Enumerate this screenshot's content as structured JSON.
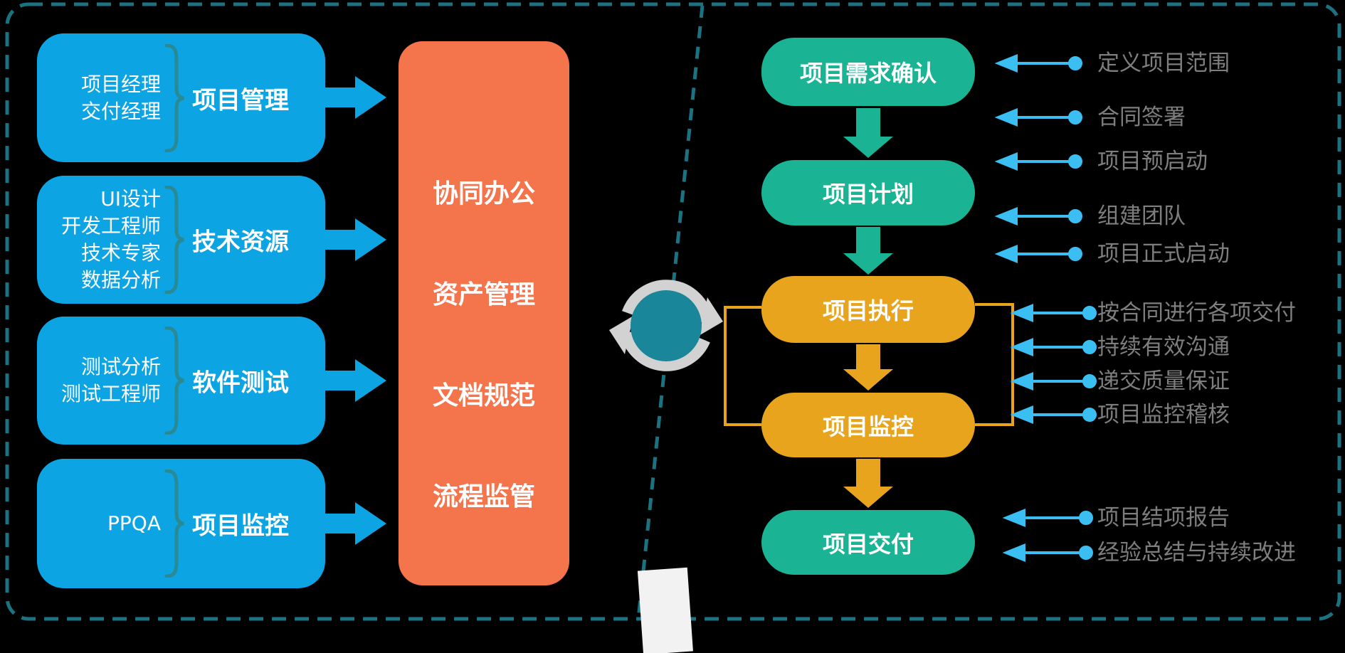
{
  "colors": {
    "background": "#000000",
    "border_teal": "#1b7280",
    "box_blue": "#0da4e4",
    "platform_orange": "#f4744c",
    "step_green": "#1ab394",
    "step_amber": "#e8a41d",
    "thin_arrow_blue": "#3bbef2",
    "note_gray": "#7e7e7e",
    "sync_teal": "#1a8699",
    "sync_gray": "#d2d2d2"
  },
  "left_panel": {
    "groups": [
      {
        "roles": [
          "项目经理",
          "交付经理"
        ],
        "label": "项目管理"
      },
      {
        "roles": [
          "UI设计",
          "开发工程师",
          "技术专家",
          "数据分析"
        ],
        "label": "技术资源"
      },
      {
        "roles": [
          "测试分析",
          "测试工程师"
        ],
        "label": "软件测试"
      },
      {
        "roles": [
          "PPQA"
        ],
        "label": "项目监控"
      }
    ],
    "platform_items": [
      "协同办公",
      "资产管理",
      "文档规范",
      "流程监管"
    ]
  },
  "right_panel": {
    "steps": [
      "项目需求确认",
      "项目计划",
      "项目执行",
      "项目监控",
      "项目交付"
    ],
    "notes_initiation": [
      "定义项目范围",
      "合同签署",
      "项目预启动",
      "组建团队",
      "项目正式启动"
    ],
    "notes_execution": [
      "按合同进行各项交付",
      "持续有效沟通",
      "递交质量保证",
      "项目监控稽核"
    ],
    "notes_delivery": [
      "项目结项报告",
      "经验总结与持续改进"
    ]
  }
}
